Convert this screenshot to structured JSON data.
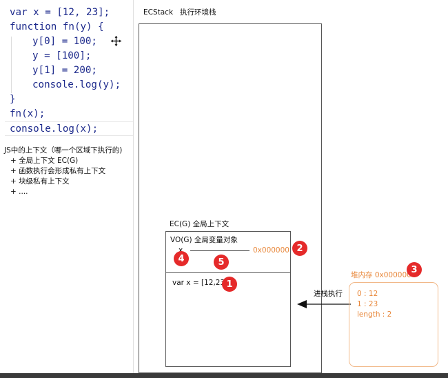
{
  "code": {
    "lines": [
      "var x = [12, 23];",
      "function fn(y) {",
      "y[0] = 100;",
      "y = [100];",
      "y[1] = 200;",
      "console.log(y);",
      "}",
      "fn(x);",
      "console.log(x);"
    ]
  },
  "notes": {
    "title": "JS中的上下文（哪一个区域下执行的)",
    "items": [
      "+ 全局上下文 EC(G)",
      "+ 函数执行会形成私有上下文",
      "+ 块级私有上下文",
      "+ ...."
    ]
  },
  "diagram": {
    "ecstack_label": "ECStack   执行环境栈",
    "ecg_label": "EC(G) 全局上下文",
    "vog_label": "VO(G) 全局变量对象",
    "var_x": "x",
    "pointer_addr": "0x000000",
    "statement": "var x = [12,23];",
    "heap_label": "堆内存 0x000000",
    "heap_entries": [
      "0 : 12",
      "1 : 23",
      "length : 2"
    ],
    "push_label": "进栈执行",
    "badges": [
      "1",
      "2",
      "3",
      "4",
      "5"
    ]
  },
  "colors": {
    "badge": "#e52a2a",
    "heap": "#e8873a",
    "code": "#1d2a8c"
  },
  "icons": [
    "move-cursor-icon",
    "arrow-left-icon"
  ]
}
